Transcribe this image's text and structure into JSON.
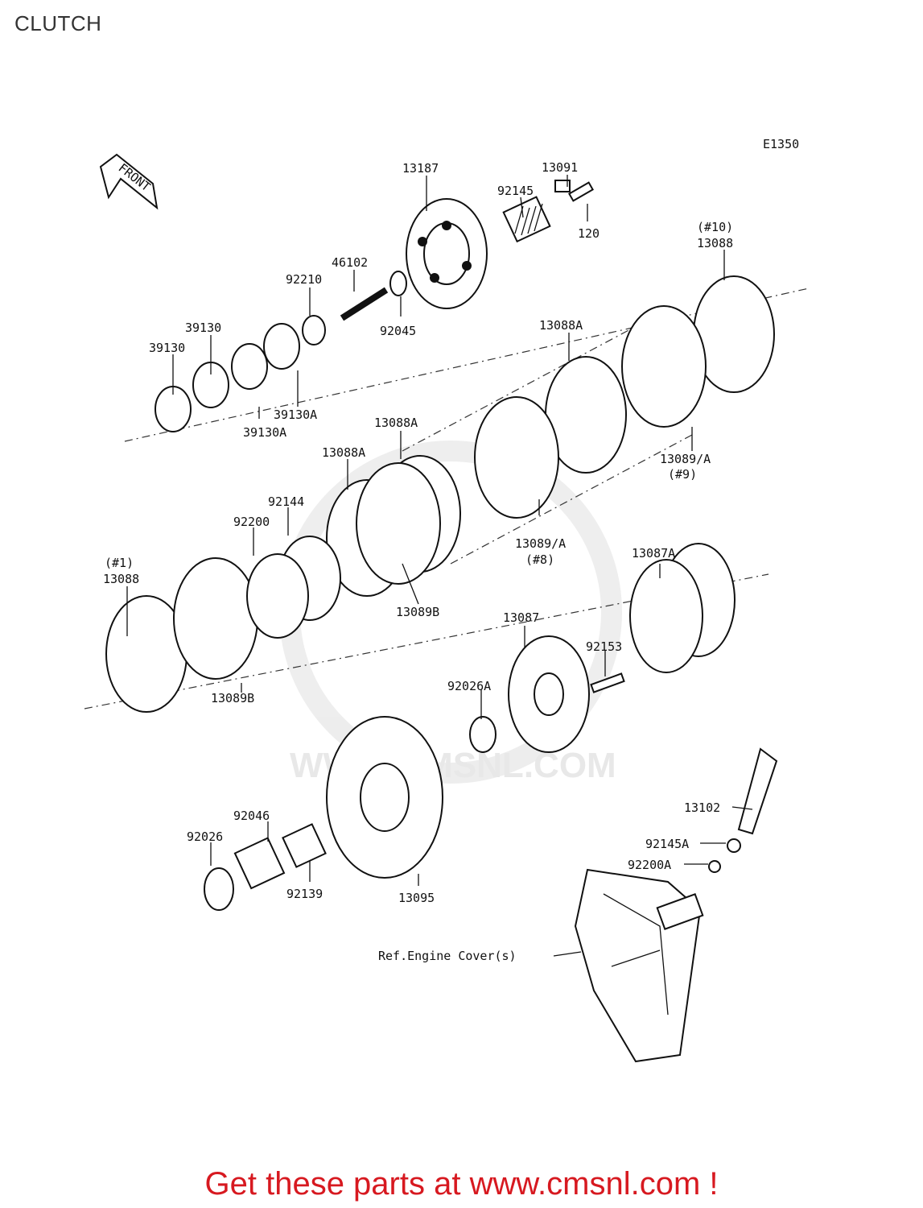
{
  "page": {
    "title": "CLUTCH"
  },
  "diagram": {
    "code": "E1350",
    "front_label": "FRONT",
    "watermark": "WWW.CMSNL.COM",
    "labels": [
      "13187",
      "13091",
      "92145",
      "120",
      "(#10)",
      "13088",
      "46102",
      "92210",
      "92045",
      "39130",
      "39130",
      "39130A",
      "39130A",
      "13088A",
      "13088A",
      "13088A",
      "13089/A",
      "(#9)",
      "13089/A",
      "(#8)",
      "92144",
      "92200",
      "(#1)",
      "13088",
      "13089B",
      "13089B",
      "13087A",
      "13087",
      "92153",
      "92026A",
      "13102",
      "92145A",
      "92200A",
      "92046",
      "92026",
      "92139",
      "13095",
      "Ref.Engine Cover(s)"
    ]
  },
  "footer": {
    "cta": "Get these parts at www.cmsnl.com !"
  }
}
